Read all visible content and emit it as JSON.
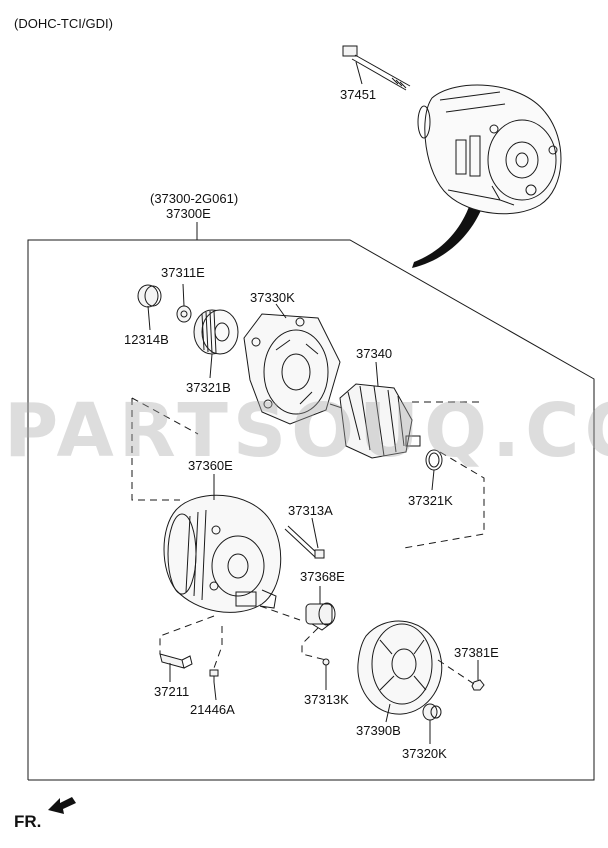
{
  "header": {
    "engine_code": "(DOHC-TCI/GDI)"
  },
  "assembly": {
    "part_number": "(37300-2G061)",
    "ref": "37300E"
  },
  "watermark": "PARTSOUQ.COM",
  "orientation": {
    "label": "FR."
  },
  "parts": {
    "bolt_top": "37451",
    "p37311E": "37311E",
    "p12314B": "12314B",
    "p37321B": "37321B",
    "p37330K": "37330K",
    "p37340": "37340",
    "p37321K": "37321K",
    "p37360E": "37360E",
    "p37313A": "37313A",
    "p37368E": "37368E",
    "p37381E": "37381E",
    "p37211": "37211",
    "p21446A": "21446A",
    "p37313K": "37313K",
    "p37390B": "37390B",
    "p37320K": "37320K"
  },
  "colors": {
    "line": "#1a1a1a",
    "watermark": "#a5a5a5"
  }
}
